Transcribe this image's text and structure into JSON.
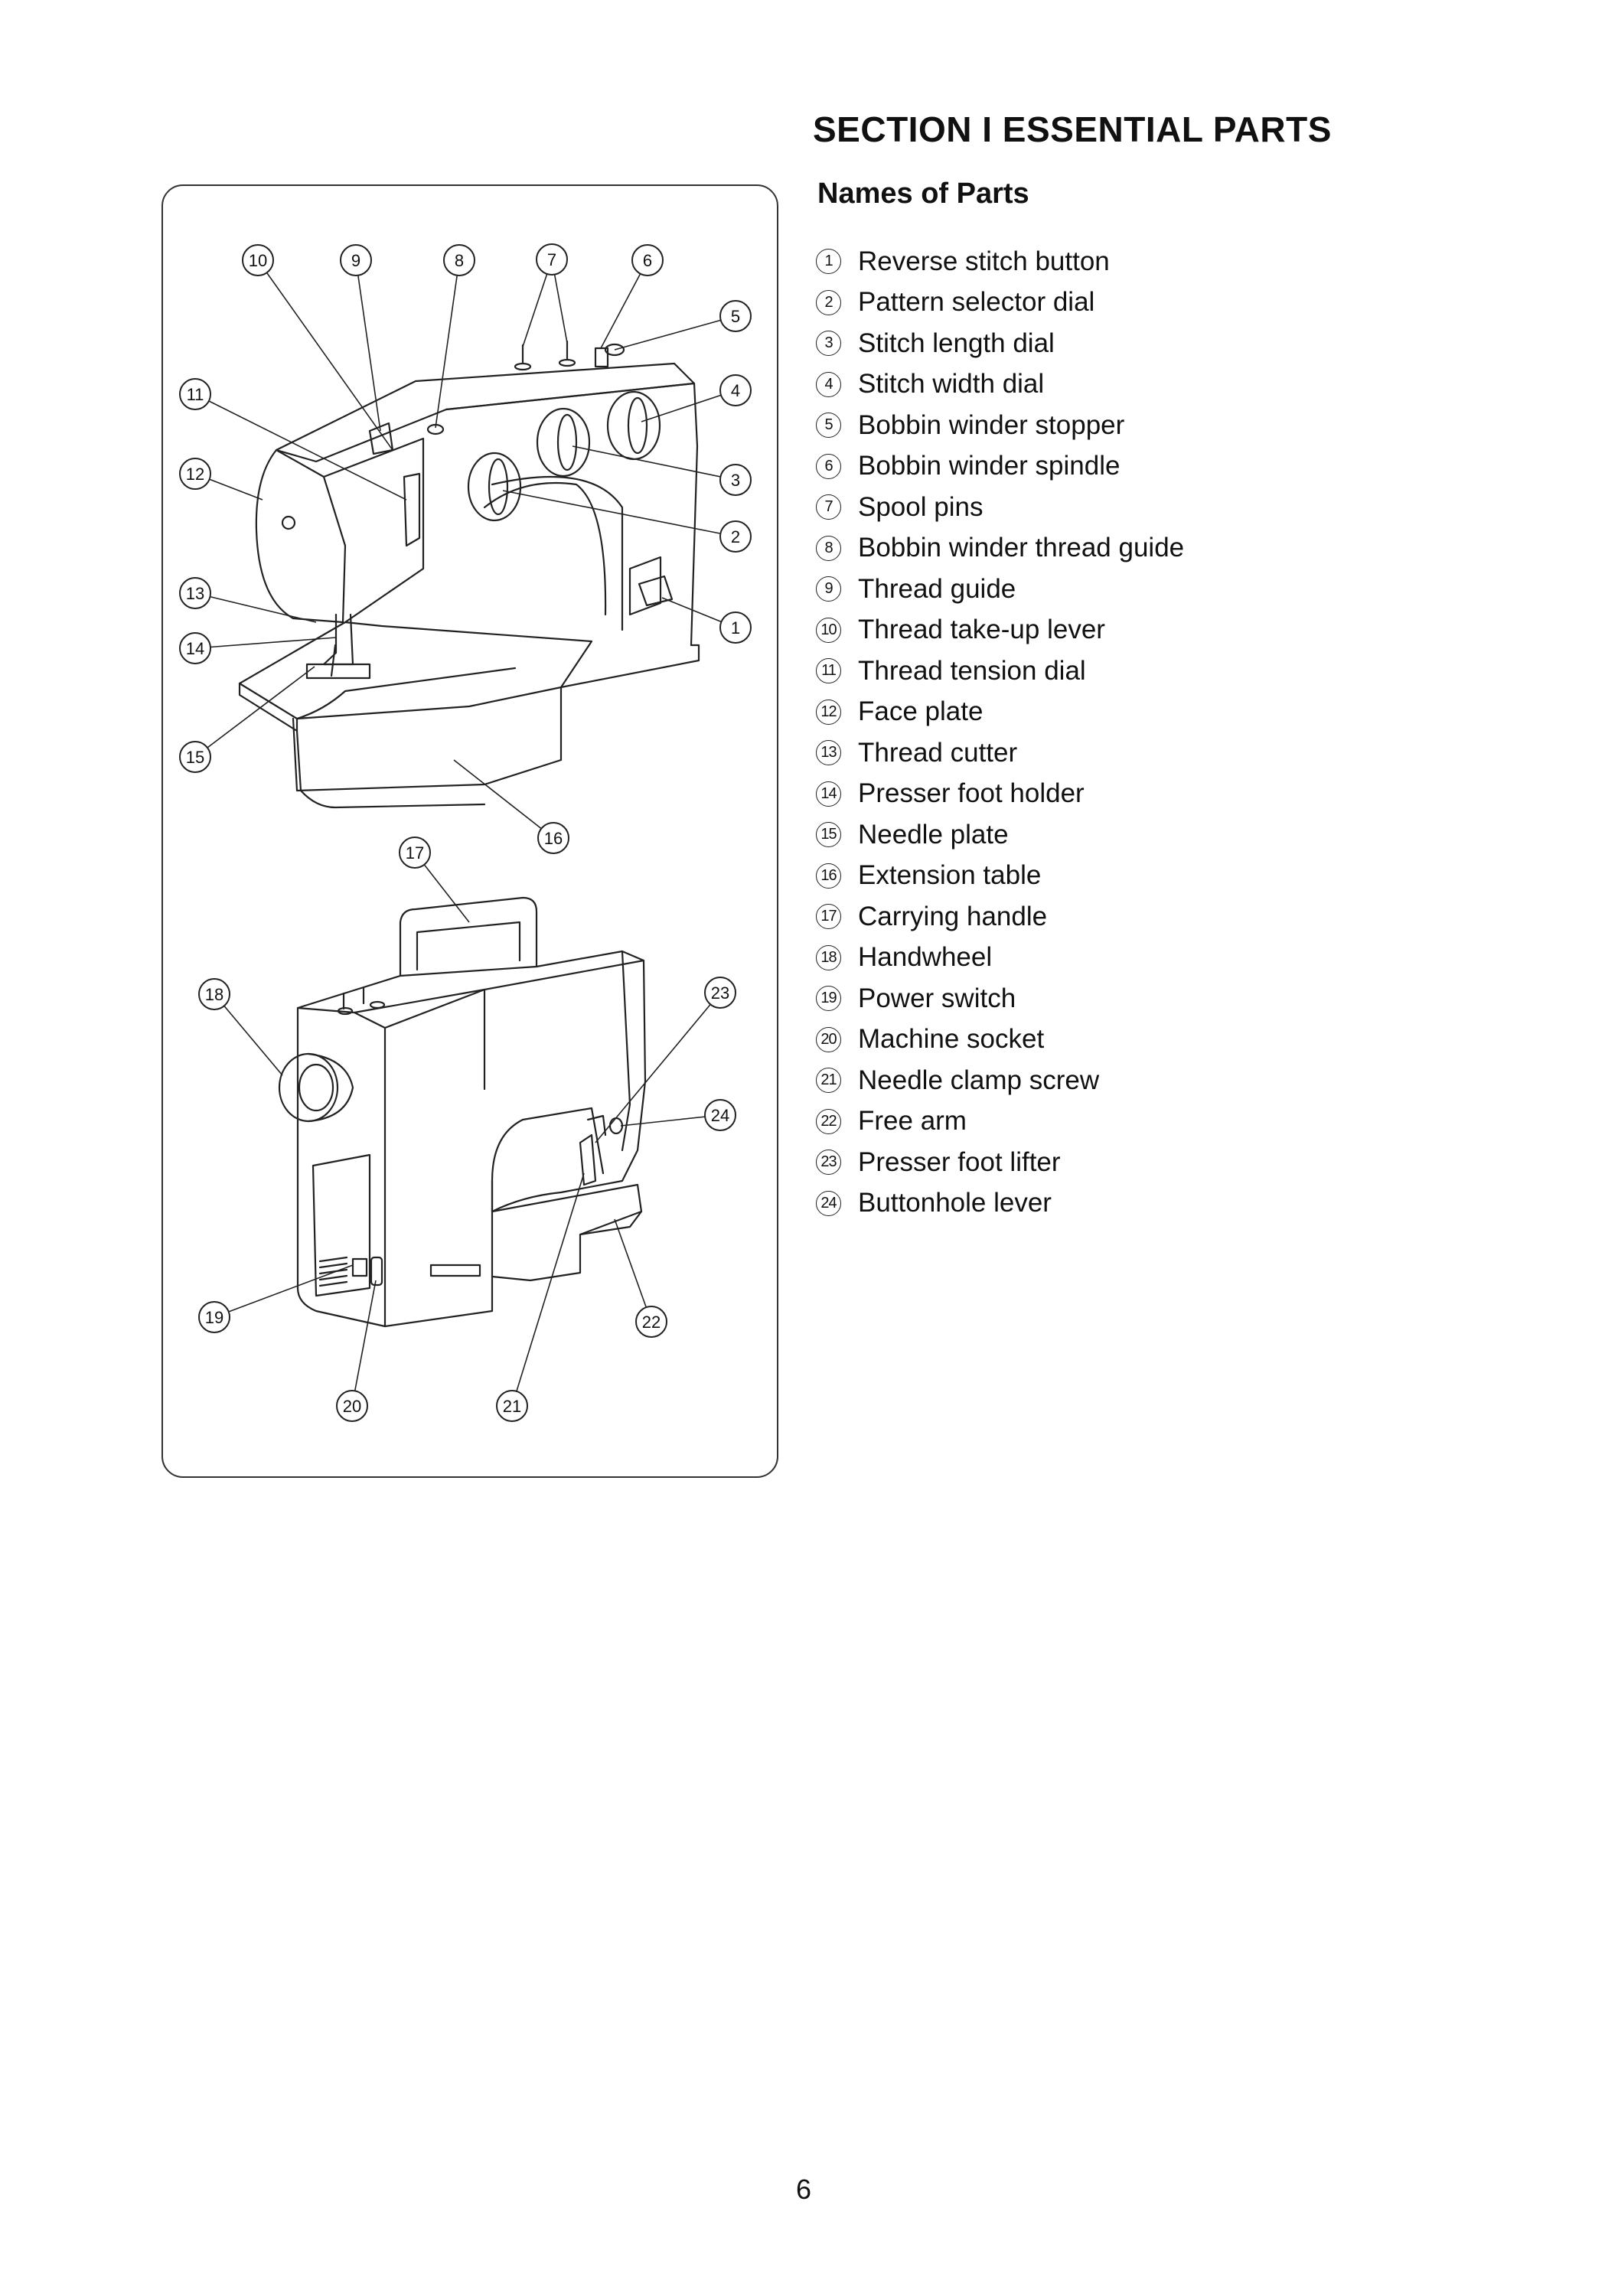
{
  "header": {
    "section_title": "SECTION  I  ESSENTIAL PARTS",
    "subtitle": "Names of Parts"
  },
  "parts": [
    {
      "num": "1",
      "name": "Reverse stitch button"
    },
    {
      "num": "2",
      "name": "Pattern selector dial"
    },
    {
      "num": "3",
      "name": "Stitch length dial"
    },
    {
      "num": "4",
      "name": "Stitch width dial"
    },
    {
      "num": "5",
      "name": "Bobbin winder stopper"
    },
    {
      "num": "6",
      "name": "Bobbin winder spindle"
    },
    {
      "num": "7",
      "name": "Spool pins"
    },
    {
      "num": "8",
      "name": "Bobbin winder thread guide"
    },
    {
      "num": "9",
      "name": "Thread guide"
    },
    {
      "num": "10",
      "name": "Thread take-up lever"
    },
    {
      "num": "11",
      "name": "Thread tension dial"
    },
    {
      "num": "12",
      "name": "Face plate"
    },
    {
      "num": "13",
      "name": "Thread cutter"
    },
    {
      "num": "14",
      "name": "Presser foot holder"
    },
    {
      "num": "15",
      "name": "Needle plate"
    },
    {
      "num": "16",
      "name": "Extension table"
    },
    {
      "num": "17",
      "name": "Carrying handle"
    },
    {
      "num": "18",
      "name": "Handwheel"
    },
    {
      "num": "19",
      "name": "Power switch"
    },
    {
      "num": "20",
      "name": "Machine socket"
    },
    {
      "num": "21",
      "name": "Needle clamp screw"
    },
    {
      "num": "22",
      "name": "Free arm"
    },
    {
      "num": "23",
      "name": "Presser foot lifter"
    },
    {
      "num": "24",
      "name": "Buttonhole lever"
    }
  ],
  "footer": {
    "page_number": "6"
  }
}
